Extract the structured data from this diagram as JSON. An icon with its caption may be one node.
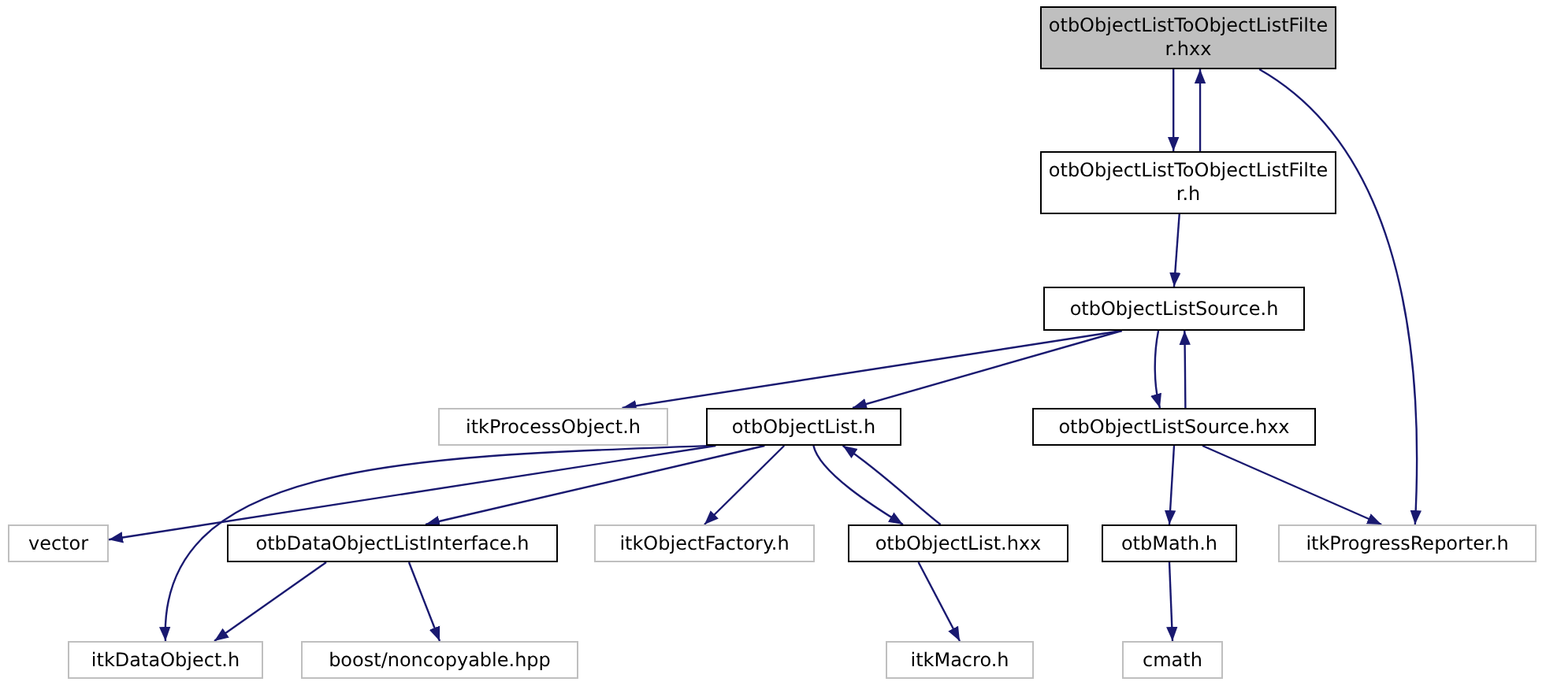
{
  "diagram": {
    "nodes": [
      {
        "text": [
          "otbObjectListToObjectListFilter.hxx"
        ]
      },
      {
        "text": [
          "otbObjectListToObjectListFilter.h"
        ]
      },
      {
        "text": [
          "otbObjectListSource.h"
        ]
      },
      {
        "text": [
          "itkProcessObject.h"
        ]
      },
      {
        "text": [
          "otbObjectList.h"
        ]
      },
      {
        "text": [
          "otbObjectListSource.hxx"
        ]
      },
      {
        "text": [
          "vector"
        ]
      },
      {
        "text": [
          "otbDataObjectListInterface.h"
        ]
      },
      {
        "text": [
          "itkObjectFactory.h"
        ]
      },
      {
        "text": [
          "otbObjectList.hxx"
        ]
      },
      {
        "text": [
          "otbMath.h"
        ]
      },
      {
        "text": [
          "itkProgressReporter.h"
        ]
      },
      {
        "text": [
          "itkDataObject.h"
        ]
      },
      {
        "text": [
          "boost/noncopyable.hpp"
        ]
      },
      {
        "text": [
          "itkMacro.h"
        ]
      },
      {
        "text": [
          "cmath"
        ]
      }
    ],
    "edges": [
      {
        "from": 0,
        "to": 1,
        "arrow": "to"
      },
      {
        "from": 1,
        "to": 0,
        "arrow": "to"
      },
      {
        "from": 0,
        "to": 11,
        "arrow": "to"
      },
      {
        "from": 1,
        "to": 2,
        "arrow": "to"
      },
      {
        "from": 2,
        "to": 3,
        "arrow": "to"
      },
      {
        "from": 2,
        "to": 4,
        "arrow": "to"
      },
      {
        "from": 2,
        "to": 5,
        "arrow": "to"
      },
      {
        "from": 5,
        "to": 2,
        "arrow": "to"
      },
      {
        "from": 4,
        "to": 6,
        "arrow": "to"
      },
      {
        "from": 4,
        "to": 12,
        "arrow": "to"
      },
      {
        "from": 4,
        "to": 7,
        "arrow": "to"
      },
      {
        "from": 4,
        "to": 8,
        "arrow": "to"
      },
      {
        "from": 4,
        "to": 9,
        "arrow": "to"
      },
      {
        "from": 9,
        "to": 4,
        "arrow": "to"
      },
      {
        "from": 5,
        "to": 10,
        "arrow": "to"
      },
      {
        "from": 5,
        "to": 11,
        "arrow": "to"
      },
      {
        "from": 7,
        "to": 12,
        "arrow": "to"
      },
      {
        "from": 7,
        "to": 13,
        "arrow": "to"
      },
      {
        "from": 9,
        "to": 14,
        "arrow": "to"
      },
      {
        "from": 10,
        "to": 15,
        "arrow": "to"
      }
    ]
  }
}
